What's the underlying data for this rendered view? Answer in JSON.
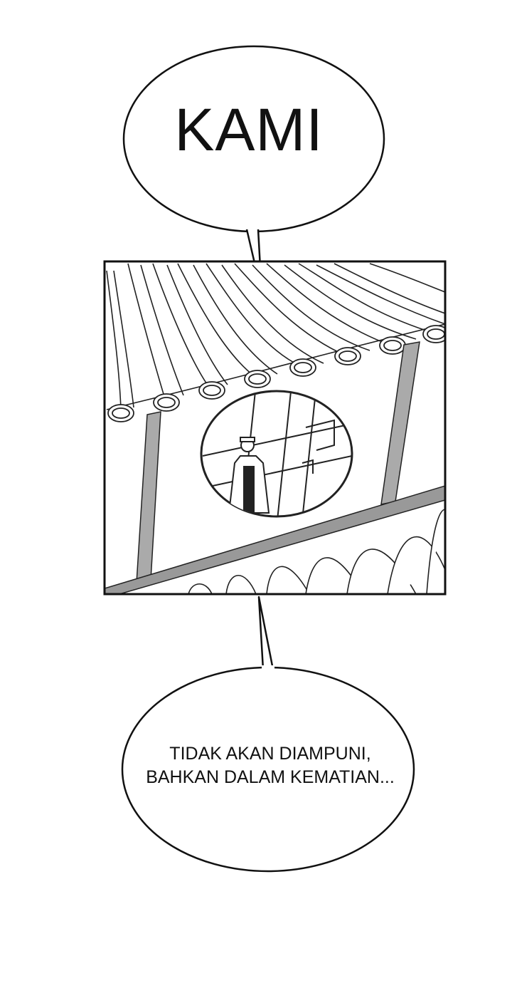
{
  "speech_bubbles": {
    "top": {
      "text": "KAMI"
    },
    "bottom": {
      "line1": "TIDAK AKAN DIAMPUNI,",
      "line2": "BAHKAN DALAM KEMATIAN..."
    }
  },
  "colors": {
    "ink": "#111111",
    "paper": "#ffffff"
  }
}
